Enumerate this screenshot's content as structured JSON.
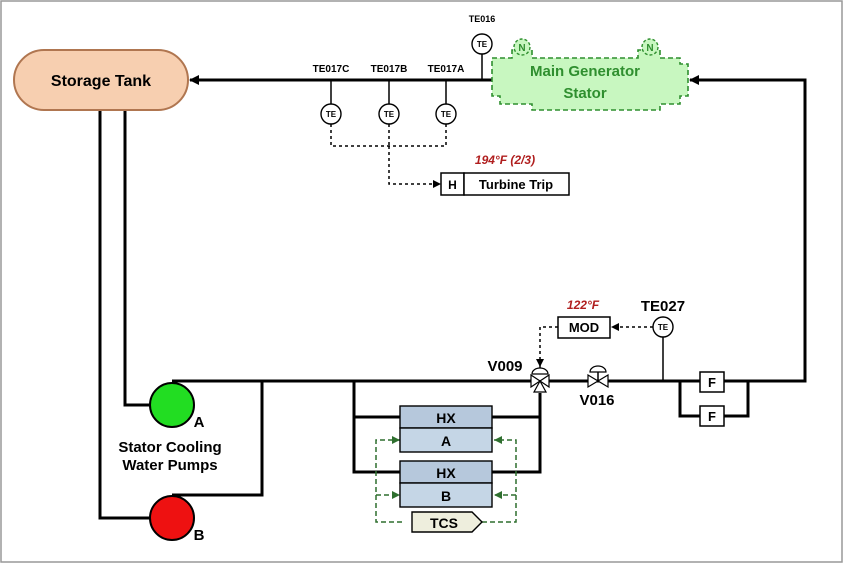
{
  "colors": {
    "border": "#999999",
    "pipe": "#000000",
    "tank_fill": "#f7cfb0",
    "tank_stroke": "#b07650",
    "generator_fill": "#c8f7c0",
    "generator_stroke": "#2f8f2f",
    "generator_text": "#2f8f2f",
    "pump_a_fill": "#22dd22",
    "pump_b_fill": "#ee1111",
    "hx_fill": "#c5d6e6",
    "hx_header_fill": "#b6c8dc",
    "tcs_fill": "#eeeedd",
    "tcs_line": "#2f6f2f",
    "setpoint_text": "#b01e1e"
  },
  "storage_tank": {
    "label": "Storage Tank"
  },
  "generator": {
    "title_line1": "Main Generator",
    "title_line2": "Stator",
    "neutral_left": "N",
    "neutral_right": "N"
  },
  "sensors": {
    "te016": {
      "tag": "TE016",
      "symbol": "TE"
    },
    "te017c": {
      "tag": "TE017C",
      "symbol": "TE"
    },
    "te017b": {
      "tag": "TE017B",
      "symbol": "TE"
    },
    "te017a": {
      "tag": "TE017A",
      "symbol": "TE"
    },
    "te027": {
      "tag": "TE027",
      "symbol": "TE"
    }
  },
  "turbine_trip": {
    "setpoint": "194°F (2/3)",
    "h_label": "H",
    "label": "Turbine Trip"
  },
  "mod_controller": {
    "setpoint": "122°F",
    "label": "MOD"
  },
  "valves": {
    "v009": "V009",
    "v016": "V016"
  },
  "filters": {
    "upper": "F",
    "lower": "F"
  },
  "heat_exchangers": {
    "a": {
      "title": "HX",
      "unit": "A"
    },
    "b": {
      "title": "HX",
      "unit": "B"
    }
  },
  "tcs": {
    "label": "TCS"
  },
  "pumps": {
    "a": {
      "label": "A"
    },
    "b": {
      "label": "B"
    },
    "caption_line1": "Stator Cooling",
    "caption_line2": "Water Pumps"
  }
}
